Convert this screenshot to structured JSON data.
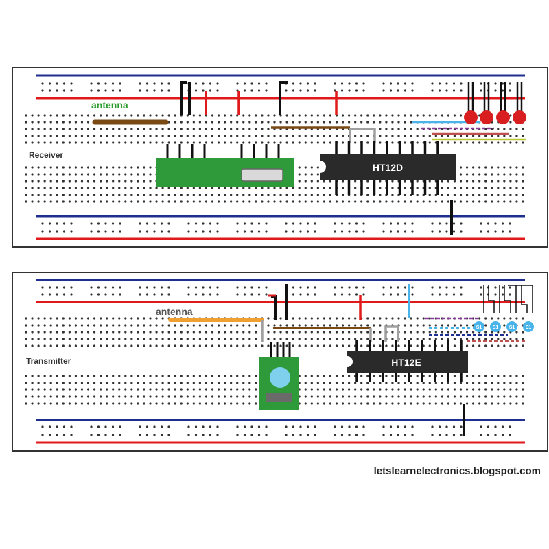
{
  "receiver": {
    "section_label": "Receiver",
    "antenna_label": "antenna",
    "ic_label": "HT12D",
    "led_count": 4
  },
  "transmitter": {
    "section_label": "Transmitter",
    "antenna_label": "antenna",
    "ic_label": "HT12E",
    "switch_labels": [
      "S1",
      "S1",
      "S1",
      "S1"
    ]
  },
  "footer": {
    "url": "letslearnelectronics.blogspot.com"
  },
  "colors": {
    "rail_blue": "#1f2f8f",
    "rail_red": "#e01a1a",
    "module_green": "#2f9a3a",
    "ic_body": "#2a2a2a",
    "antenna_brown": "#7a4a14",
    "antenna_orange": "#f0a030",
    "led_red": "#d81e1e",
    "switch_blue": "#49b4ea",
    "label_green": "#2a9a2a"
  }
}
